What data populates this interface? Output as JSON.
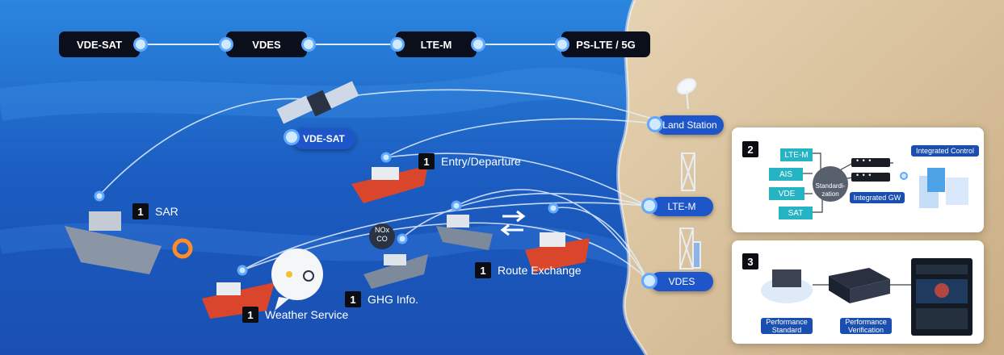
{
  "network_bar": {
    "items": [
      {
        "label": "VDE-SAT"
      },
      {
        "label": "VDES"
      },
      {
        "label": "LTE-M"
      },
      {
        "label": "PS-LTE / 5G"
      }
    ]
  },
  "satellite": {
    "label": "VDE-SAT"
  },
  "services": [
    {
      "number": "1",
      "label": "SAR"
    },
    {
      "number": "1",
      "label": "Entry/Departure"
    },
    {
      "number": "1",
      "label": "Route Exchange"
    },
    {
      "number": "1",
      "label": "GHG Info."
    },
    {
      "number": "1",
      "label": "Weather Service"
    }
  ],
  "emission_bubble": {
    "line1": "NOx",
    "line2": "CO"
  },
  "shore_stations": [
    {
      "label": "Land Station"
    },
    {
      "label": "LTE-M"
    },
    {
      "label": "VDES"
    }
  ],
  "panel_integration": {
    "number": "2",
    "inputs": [
      "LTE-M",
      "AIS",
      "VDE",
      "SAT"
    ],
    "hub_label": "Standardi-\nzation",
    "gateway_label": "Integrated GW",
    "control_label": "Integrated Control"
  },
  "panel_performance": {
    "number": "3",
    "standard_label": "Performance Standard",
    "verification_label": "Performance Verification"
  },
  "colors": {
    "ocean": "#1f5fc0",
    "sand": "#d9c4a0",
    "accent": "#1e55c8",
    "teal": "#26b4c4"
  }
}
